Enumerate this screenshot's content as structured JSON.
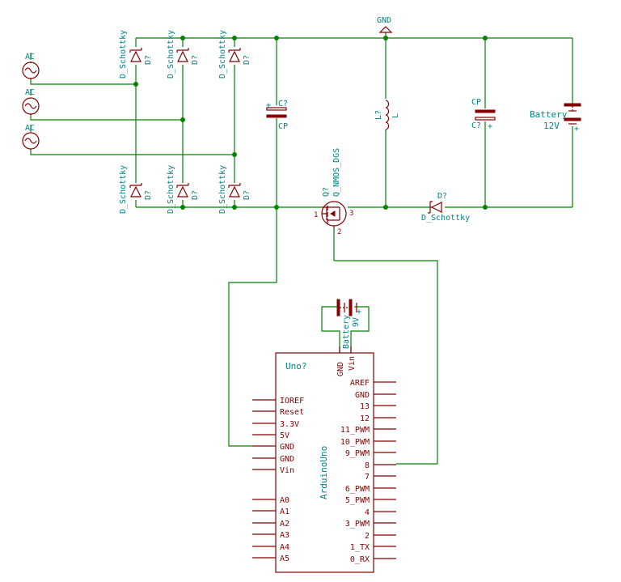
{
  "ac_sources": [
    {
      "label": "AC"
    },
    {
      "label": "AC"
    },
    {
      "label": "AC"
    }
  ],
  "rectifier": {
    "top": [
      {
        "value": "D_Schottky",
        "ref": "D?"
      },
      {
        "value": "D_Schottky",
        "ref": "D?"
      },
      {
        "value": "D_Schottky",
        "ref": "D?"
      }
    ],
    "bottom": [
      {
        "value": "D_Schottky",
        "ref": "D?"
      },
      {
        "value": "D_Schottky",
        "ref": "D?"
      },
      {
        "value": "D_Schottky",
        "ref": "D?"
      }
    ]
  },
  "cap1": {
    "ref": "C?",
    "value": "CP",
    "plus": "+"
  },
  "gnd": {
    "label": "GND"
  },
  "inductor": {
    "ref": "L?",
    "value": "L"
  },
  "cap2": {
    "value": "CP",
    "ref": "C?",
    "plus": "+"
  },
  "battery12": {
    "label": "Battery",
    "value": "12V"
  },
  "mosfet": {
    "ref": "Q?",
    "value": "Q_NMOS_DGS",
    "pin1": "1",
    "pin2": "2",
    "pin3": "3"
  },
  "diode_out": {
    "ref": "D?",
    "value": "D_Schottky"
  },
  "battery9": {
    "label": "Battery",
    "value": "9V",
    "plus": "+"
  },
  "arduino": {
    "ref": "Uno?",
    "value": "ArduinoUno",
    "top_pins": [
      "GND",
      "Vin"
    ],
    "left_pins": [
      "IOREF",
      "Reset",
      "3.3V",
      "5V",
      "GND",
      "GND",
      "Vin",
      "A0",
      "A1",
      "A2",
      "A3",
      "A4",
      "A5"
    ],
    "right_pins": [
      "AREF",
      "GND",
      "13",
      "12",
      "11_PWM",
      "10_PWM",
      "9_PWM",
      "8",
      "7",
      "6_PWM",
      "5_PWM",
      "4",
      "3_PWM",
      "2",
      "1_TX",
      "0_RX"
    ]
  }
}
